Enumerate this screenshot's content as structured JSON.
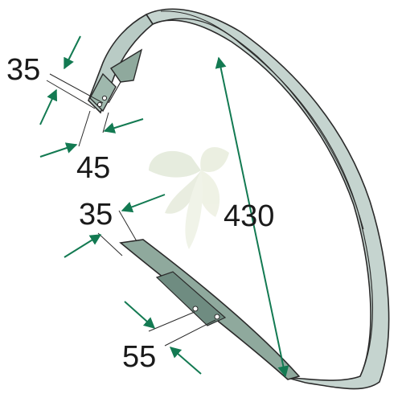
{
  "diagram": {
    "dimensions": [
      {
        "id": "width-top",
        "value": "35"
      },
      {
        "id": "offset-top",
        "value": "45"
      },
      {
        "id": "width-bottom",
        "value": "35"
      },
      {
        "id": "length",
        "value": "430"
      },
      {
        "id": "hole-spacing",
        "value": "55"
      }
    ]
  },
  "colors": {
    "ring_fill": "#c5d4cf",
    "ring_inner": "#a8bdb7",
    "strap_fill": "#8fa99d",
    "outline": "#2b2b2b",
    "arrow": "#137a52",
    "watermark": "#e4eadb"
  }
}
